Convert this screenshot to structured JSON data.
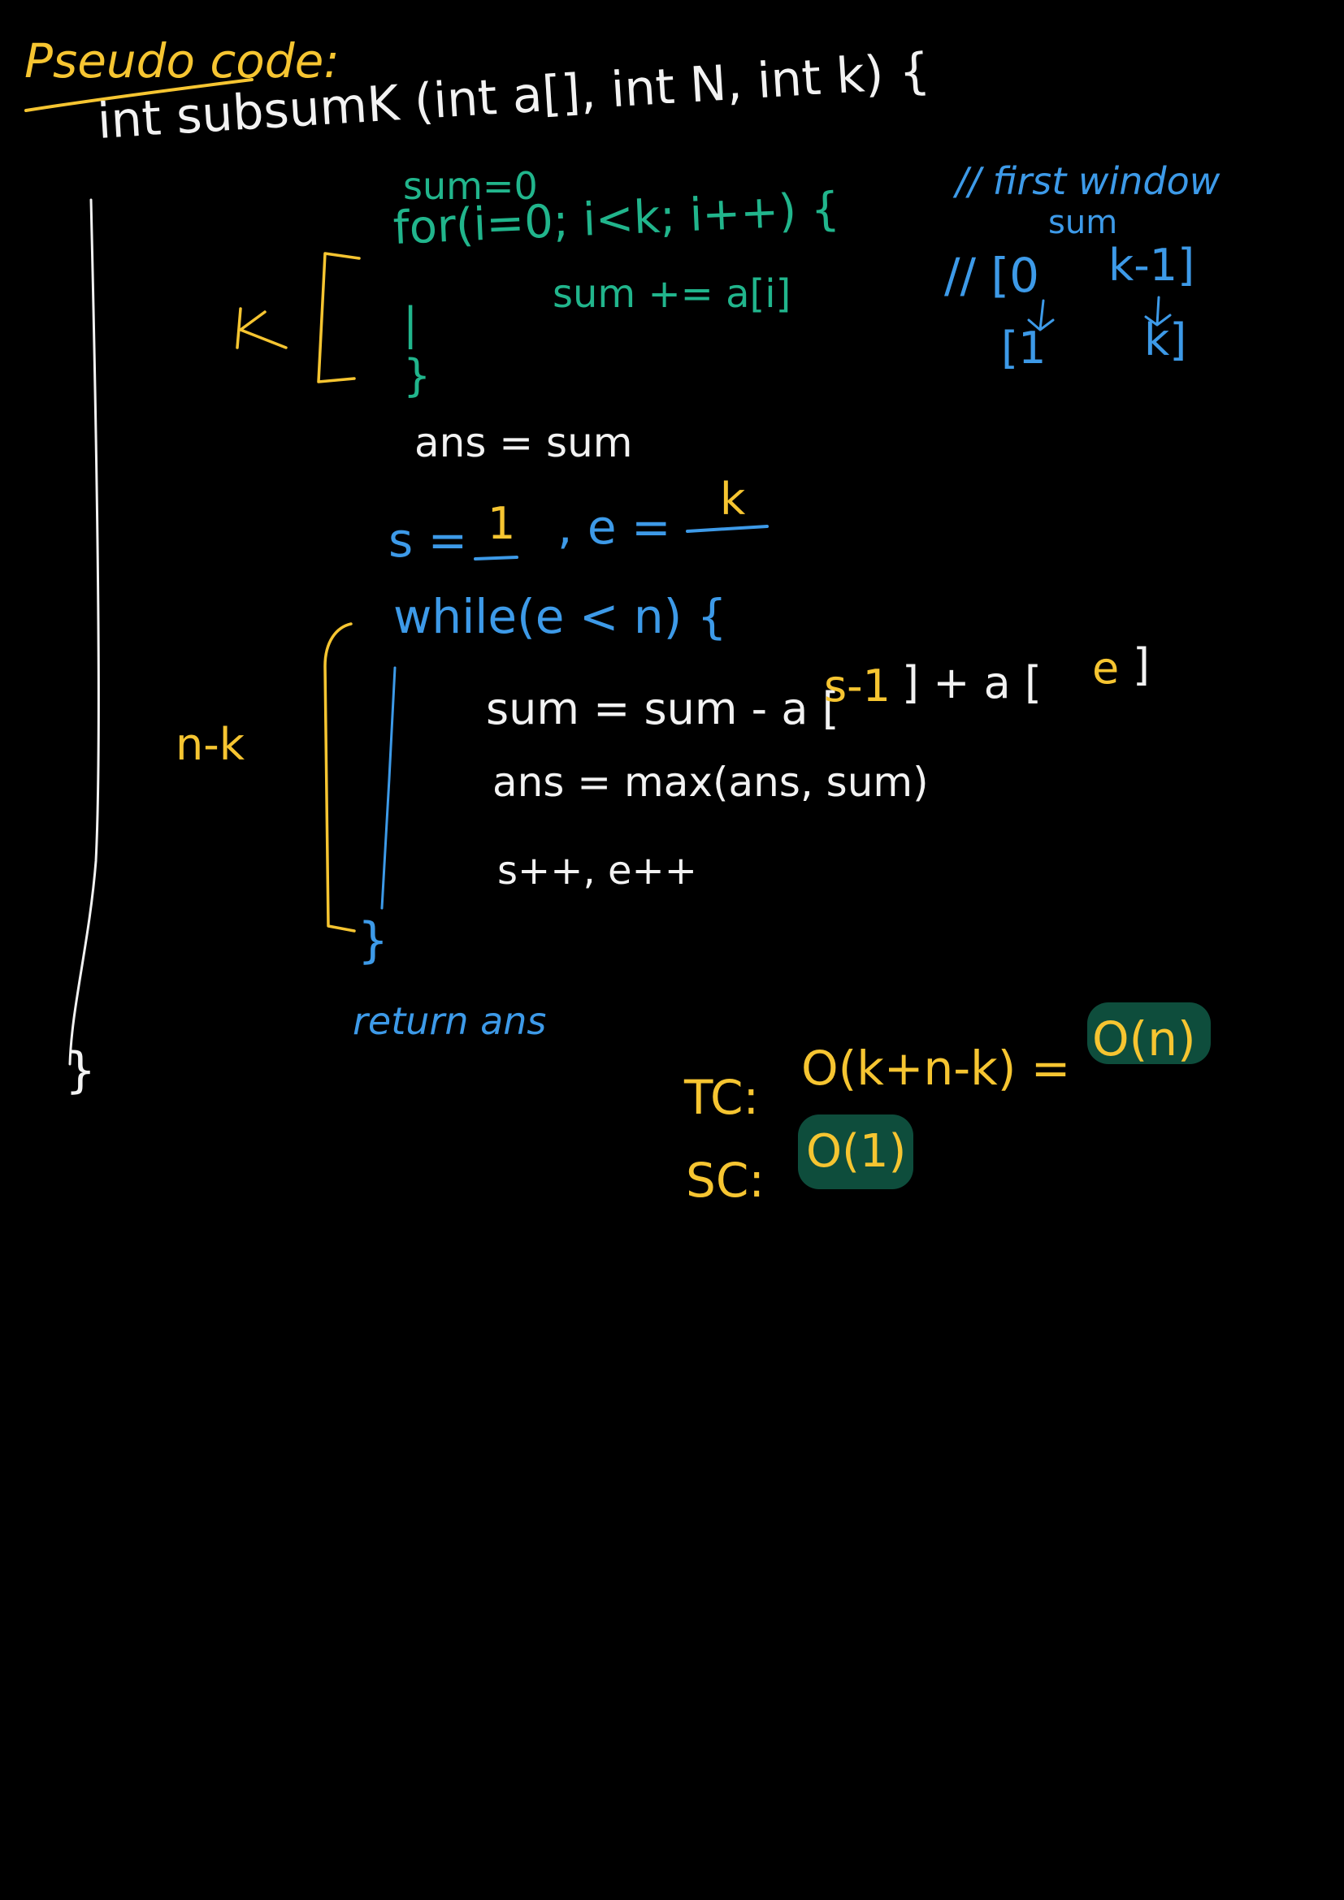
{
  "title": "Pseudo code:",
  "signature": "int subsumK (int a[], int N, int k) {",
  "lines": {
    "sum_init": "sum=0",
    "for_header": "for(i=0; i<k; i++) {",
    "for_body": "sum += a[i]",
    "for_pipe": "|",
    "for_close": "}",
    "ans_init": "ans = sum",
    "s_label": "s = ",
    "s_value": "1",
    "e_label": ", e = ",
    "e_value": "k",
    "while_header": "while(e < n) {",
    "update_sum_a": "sum = sum - a [",
    "update_sum_s": "s-1",
    "update_sum_b": "] + a [",
    "update_sum_e": "e",
    "update_sum_c": "]",
    "update_ans": "ans = max(ans, sum)",
    "increments": "s++, e++",
    "while_close": "}",
    "return": "return ans",
    "func_close": "}"
  },
  "annotations": {
    "k_label": "K",
    "nk_label": "n-k",
    "comment_line1": "// first window",
    "comment_line2": "sum",
    "range_a_open": "// [0",
    "range_a_close": "k-1]",
    "range_b_open": "[1",
    "range_b_close": "k]",
    "arrow": "↓"
  },
  "complexity": {
    "tc_label": "TC:",
    "tc_expr": "O(k+n-k) =",
    "tc_result": "O(n)",
    "sc_label": "SC:",
    "sc_result": "O(1)"
  },
  "colors": {
    "background": "#000000",
    "white_ink": "#f2f2f2",
    "yellow_ink": "#f6c531",
    "green_ink": "#21b58c",
    "blue_ink": "#3d9ae8",
    "highlight": "#0e4d3c"
  }
}
